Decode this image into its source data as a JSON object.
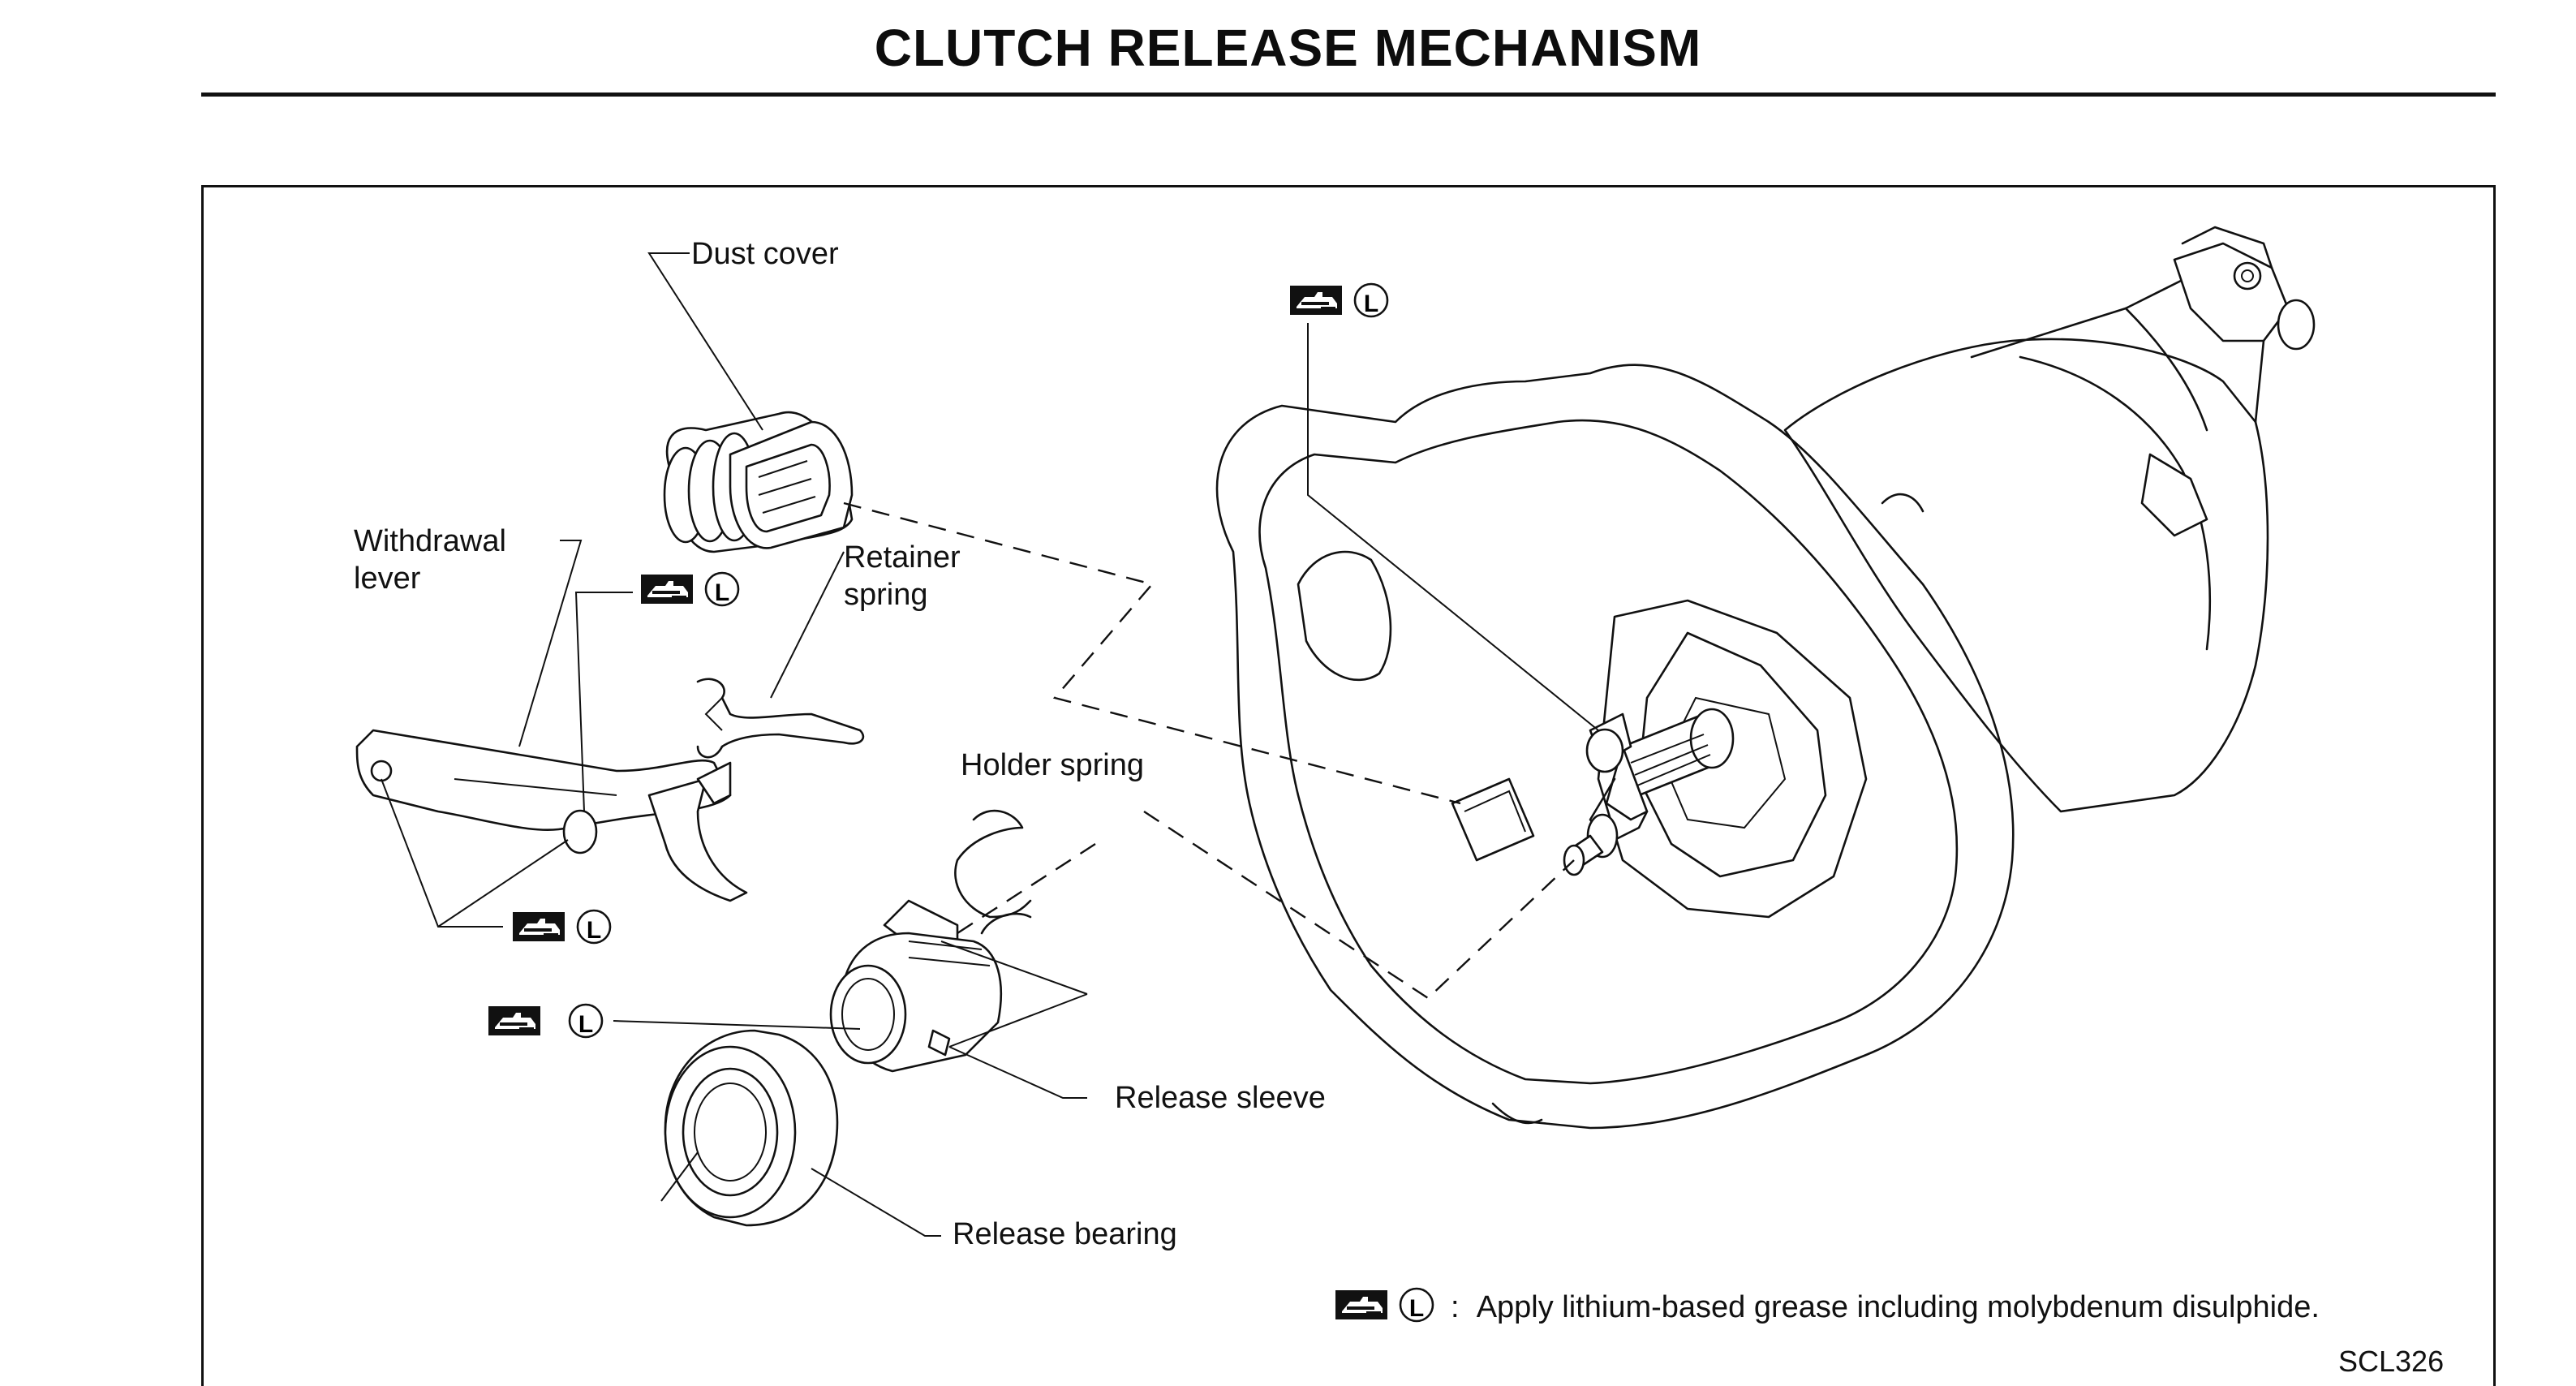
{
  "title": "CLUTCH RELEASE MECHANISM",
  "labels": {
    "dust_cover": "Dust cover",
    "withdrawal_lever_1": "Withdrawal",
    "withdrawal_lever_2": "lever",
    "retainer_spring_1": "Retainer",
    "retainer_spring_2": "spring",
    "holder_spring": "Holder spring",
    "release_sleeve": "Release sleeve",
    "release_bearing": "Release bearing"
  },
  "grease_symbol": {
    "letter": "L",
    "note": "Apply lithium-based grease including molybdenum disulphide.",
    "separator": ":"
  },
  "figure_id": "SCL326"
}
